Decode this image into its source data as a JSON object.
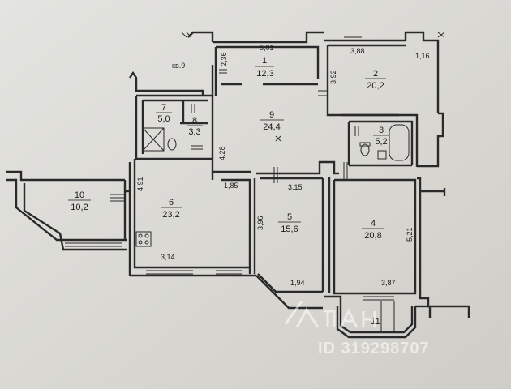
{
  "apartment_label": "кв.9",
  "rooms": [
    {
      "id": "1",
      "area": "12,3"
    },
    {
      "id": "2",
      "area": "20,2"
    },
    {
      "id": "3",
      "area": "5,2"
    },
    {
      "id": "4",
      "area": "20,8"
    },
    {
      "id": "5",
      "area": "15,6"
    },
    {
      "id": "6",
      "area": "23,2"
    },
    {
      "id": "7",
      "area": "5,0"
    },
    {
      "id": "8",
      "area": "3,3"
    },
    {
      "id": "9",
      "area": "24,4"
    },
    {
      "id": "10",
      "area": "10,2"
    },
    {
      "id": "11",
      "area": ""
    }
  ],
  "dimensions": {
    "room1_width": "5,01",
    "room1_height": "2,36",
    "room2_width": "3,88",
    "room2_height": "3,92",
    "room2_side": "1,16",
    "hall_height": "4,28",
    "hall_width": "1,85",
    "room5_top": "3.15",
    "room5_height": "3,96",
    "room5_bottom": "1,94",
    "room6_height": "4,91",
    "room6_width": "3,14",
    "room4_height": "5,21",
    "room4_width": "3,87"
  },
  "watermark": {
    "text": "ID 319298707"
  }
}
